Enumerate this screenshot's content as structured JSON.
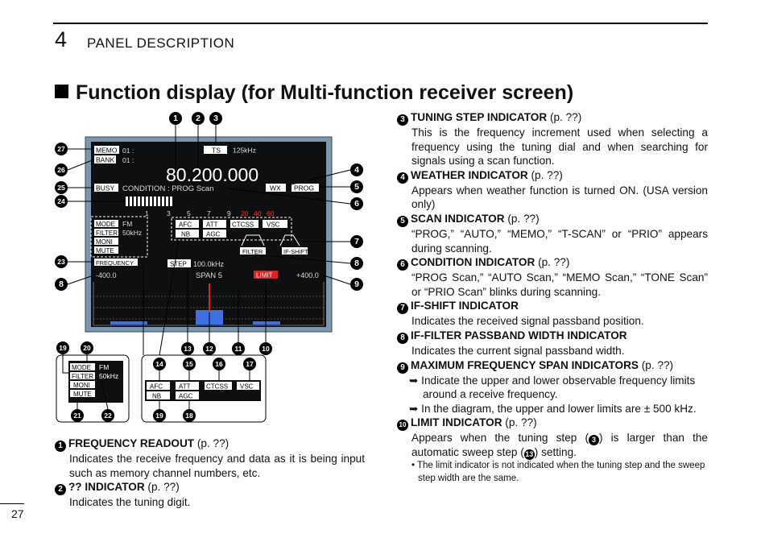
{
  "header": {
    "chapter": "4",
    "title": "PANEL DESCRIPTION"
  },
  "section_title": "Function display (for Multi-function receiver screen)",
  "page_number": "27",
  "left_items": [
    {
      "num": "1",
      "head": "FREQUENCY READOUT",
      "ref": " (p. ??)",
      "body": "Indicates the receive frequency and data as it is being input such as memory channel numbers, etc."
    },
    {
      "num": "2",
      "head": "?? INDICATOR",
      "ref": " (p. ??)",
      "body": "Indicates the tuning digit."
    }
  ],
  "right_items": {
    "i3": {
      "num": "3",
      "head": "TUNING STEP INDICATOR",
      "ref": " (p. ??)",
      "body": "This is the frequency increment used when selecting a frequency using the tuning dial and when searching for signals using a scan function."
    },
    "i4": {
      "num": "4",
      "head": "WEATHER INDICATOR",
      "ref": " (p. ??)",
      "body": "Appears when weather function is turned ON. (USA version only)"
    },
    "i5": {
      "num": "5",
      "head": "SCAN INDICATOR",
      "ref": " (p. ??)",
      "body": "“PROG,” “AUTO,” “MEMO,” “T-SCAN” or “PRIO” appears during scanning."
    },
    "i6": {
      "num": "6",
      "head": "CONDITION INDICATOR",
      "ref": " (p. ??)",
      "body": "“PROG Scan,” “AUTO Scan,” “MEMO Scan,” “TONE Scan” or “PRIO Scan” blinks during scanning."
    },
    "i7": {
      "num": "7",
      "head": "IF-SHIFT INDICATOR",
      "body": "Indicates the received signal passband position."
    },
    "i8": {
      "num": "8",
      "head": "IF-FILTER PASSBAND WIDTH INDICATOR",
      "body": "Indicates the current signal passband width."
    },
    "i9": {
      "num": "9",
      "head": "MAXIMUM FREQUENCY SPAN INDICATORS",
      "ref": " (p. ??)",
      "bullets": [
        "Indicate the upper and lower observable frequency limits around a receive frequency.",
        "In the diagram, the upper and lower limits are ± 500 kHz."
      ]
    },
    "i10": {
      "num": "10",
      "head": "LIMIT INDICATOR",
      "ref": " (p. ??)",
      "body_a": "Appears when the tuning step (",
      "body_ref1": "3",
      "body_b": ") is larger than the automatic sweep step (",
      "body_ref2": "13",
      "body_c": ") setting.",
      "note": "• The limit indicator is not indicated when the tuning step and the sweep step width are the same."
    }
  },
  "screen": {
    "memo": "MEMO",
    "memo_val": "01 :",
    "bank": "BANK",
    "bank_val": "01 :",
    "ts": "TS",
    "ts_val": "125kHz",
    "freq": "80.200.000",
    "busy": "BUSY",
    "condition": "CONDITION : PROG Scan",
    "wx": "WX",
    "prog": "PROG",
    "scale": [
      "1",
      "3",
      "5",
      "7",
      "9",
      "20",
      "40",
      "60"
    ],
    "mode": "MODE",
    "mode_val": "FM",
    "filter": "FILTER",
    "filter_val": "50kHz",
    "moni": "MONI",
    "mute": "MUTE",
    "afc": "AFC",
    "att": "ATT",
    "ctcss": "CTCSS",
    "vsc": "VSC",
    "nb": "NB",
    "agc": "AGC",
    "filter_lbl": "FILTER",
    "ifshift_lbl": "IF-SHIFT",
    "frequency": "FREQUENCY",
    "step": "STEP",
    "step_val": "100.0kHz",
    "low": "-400.0",
    "span": "SPAN 5",
    "limit": "LIMIT",
    "high": "+400.0"
  },
  "callouts": {
    "top": [
      "1",
      "2",
      "3"
    ],
    "left": [
      "27",
      "26",
      "25",
      "24",
      "23",
      "8"
    ],
    "right": [
      "4",
      "5",
      "6",
      "7",
      "8",
      "9"
    ],
    "bottom": [
      "13",
      "12",
      "11",
      "10"
    ],
    "inset1": [
      "19",
      "20",
      "21",
      "22"
    ],
    "inset2_top": [
      "14",
      "15",
      "16",
      "17"
    ],
    "inset2_bottom": [
      "19",
      "18"
    ]
  },
  "colors": {
    "screen_bg": "#0d0f10",
    "screen_frame": "#6d8aa3",
    "text": "#111111",
    "limit_red": "#d22222",
    "bar_blue": "#3f6fe0"
  }
}
